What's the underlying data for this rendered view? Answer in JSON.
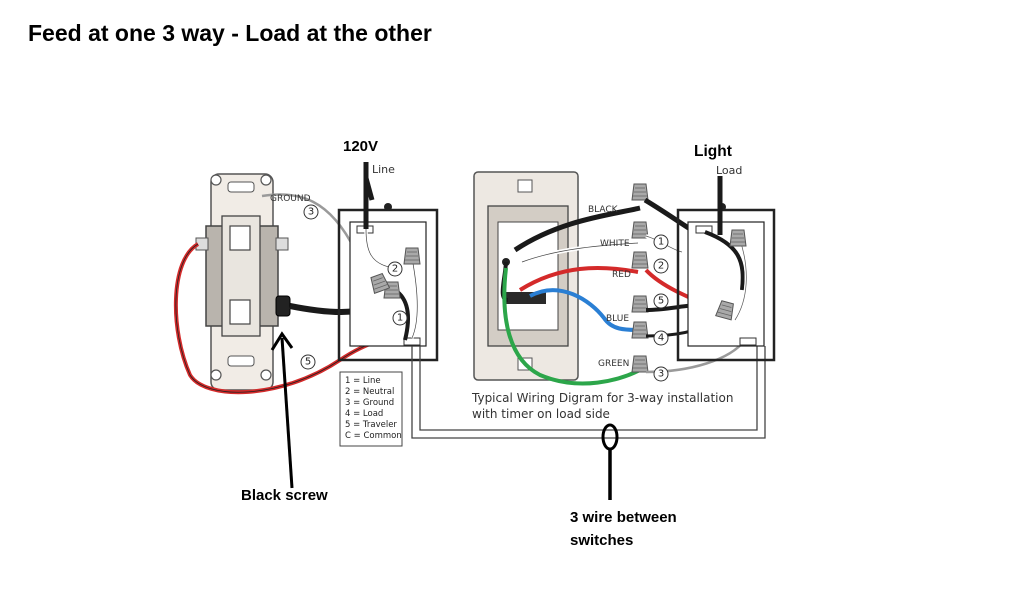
{
  "title": "Feed at one 3 way - Load at the other",
  "supply": {
    "voltage": "120V",
    "line_label": "Line"
  },
  "fixture": {
    "title": "Light",
    "load_label": "Load"
  },
  "ground_label": "GROUND",
  "wire_labels": {
    "black": "BLACK",
    "white": "WHITE",
    "red": "RED",
    "blue": "BLUE",
    "green": "GREEN"
  },
  "wire_numbers": [
    "1",
    "2",
    "3",
    "4",
    "5"
  ],
  "legend": [
    "1 = Line",
    "2 = Neutral",
    "3 = Ground",
    "4 = Load",
    "5 = Traveler",
    "C = Common"
  ],
  "caption": [
    "Typical Wiring Digram for 3-way installation",
    "with timer on load side"
  ],
  "annotations": {
    "black_screw": "Black screw",
    "three_wire": [
      "3 wire between",
      "switches"
    ]
  },
  "colors": {
    "black_wire": "#1a1a1a",
    "red_wire": "#d42a2a",
    "blue_wire": "#2a7fd4",
    "green_wire": "#2ca64a",
    "white_wire": "#ffffff",
    "ground_wire": "#9a9a9a",
    "box_outline": "#222222",
    "wirenut": "#9e9e9e"
  }
}
